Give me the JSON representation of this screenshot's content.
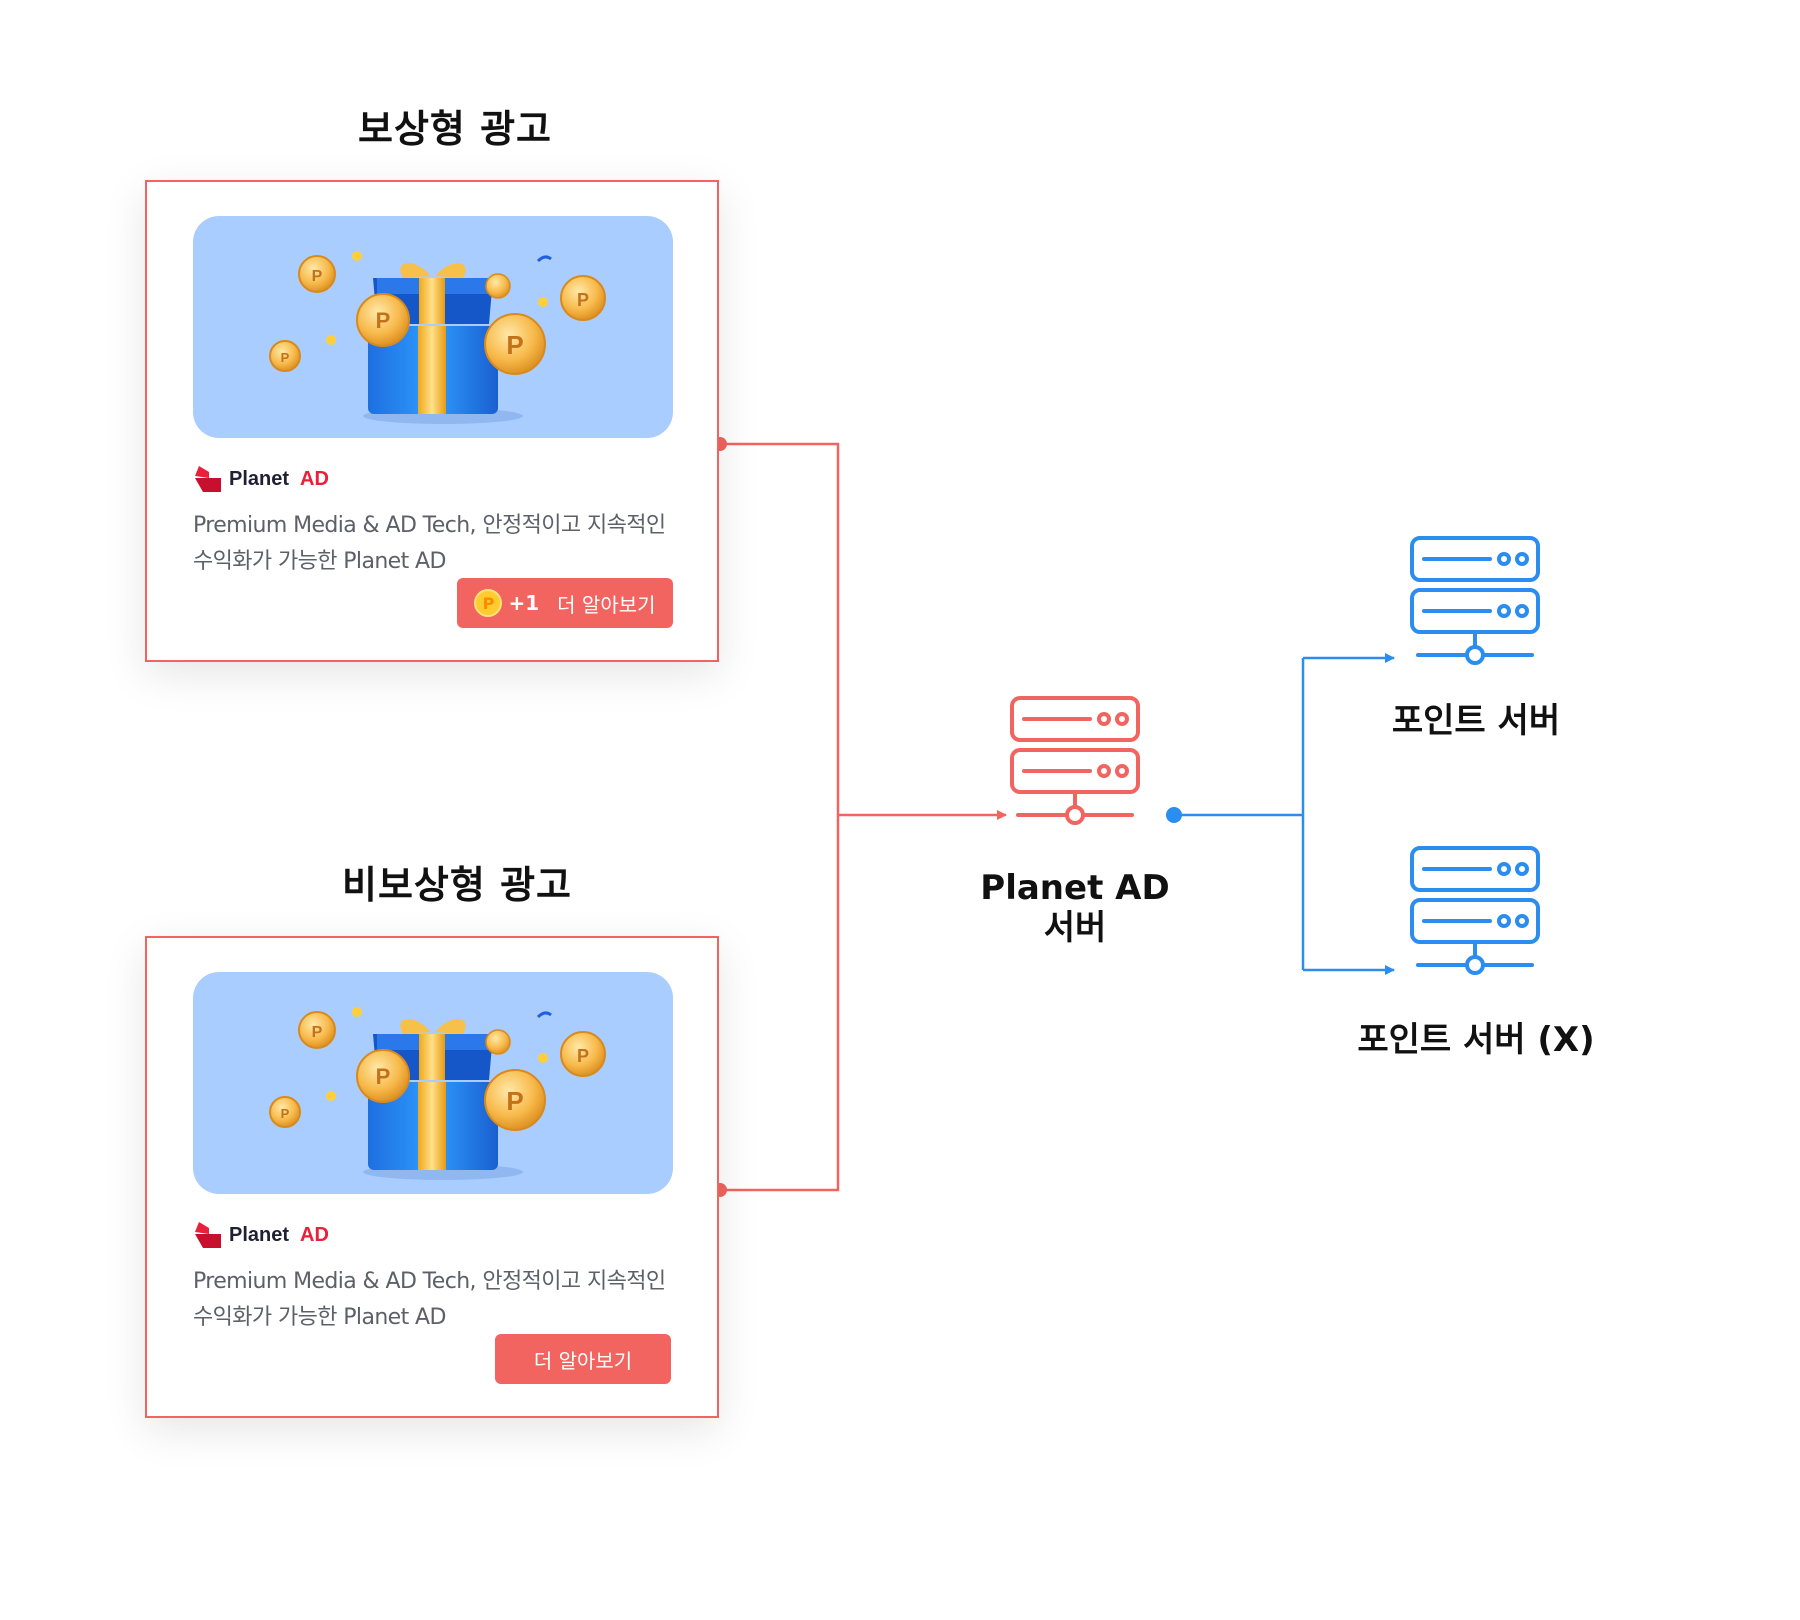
{
  "colors": {
    "accent_red": "#f2645f",
    "accent_blue": "#2b8df0",
    "banner_bg": "#aacdff",
    "brand_red": "#e8203a"
  },
  "rewarded": {
    "title": "보상형 광고",
    "brand_name": "Planet",
    "brand_suffix": "AD",
    "description": "Premium Media & AD Tech, 안정적이고 지속적인 수익화가 가능한 Planet AD",
    "coin_symbol": "P",
    "bonus": "+1",
    "cta_label": "더 알아보기",
    "banner_icon": "gift-box-with-coins-illustration"
  },
  "non_rewarded": {
    "title": "비보상형 광고",
    "brand_name": "Planet",
    "brand_suffix": "AD",
    "description": "Premium Media & AD Tech, 안정적이고 지속적인 수익화가 가능한 Planet AD",
    "cta_label": "더 알아보기",
    "banner_icon": "gift-box-with-coins-illustration"
  },
  "planet_server": {
    "label_line1": "Planet AD",
    "label_line2": "서버",
    "icon": "server-icon"
  },
  "point_server": {
    "label": "포인트 서버",
    "icon": "server-icon"
  },
  "point_server_x": {
    "label": "포인트 서버 (X)",
    "icon": "server-icon"
  }
}
